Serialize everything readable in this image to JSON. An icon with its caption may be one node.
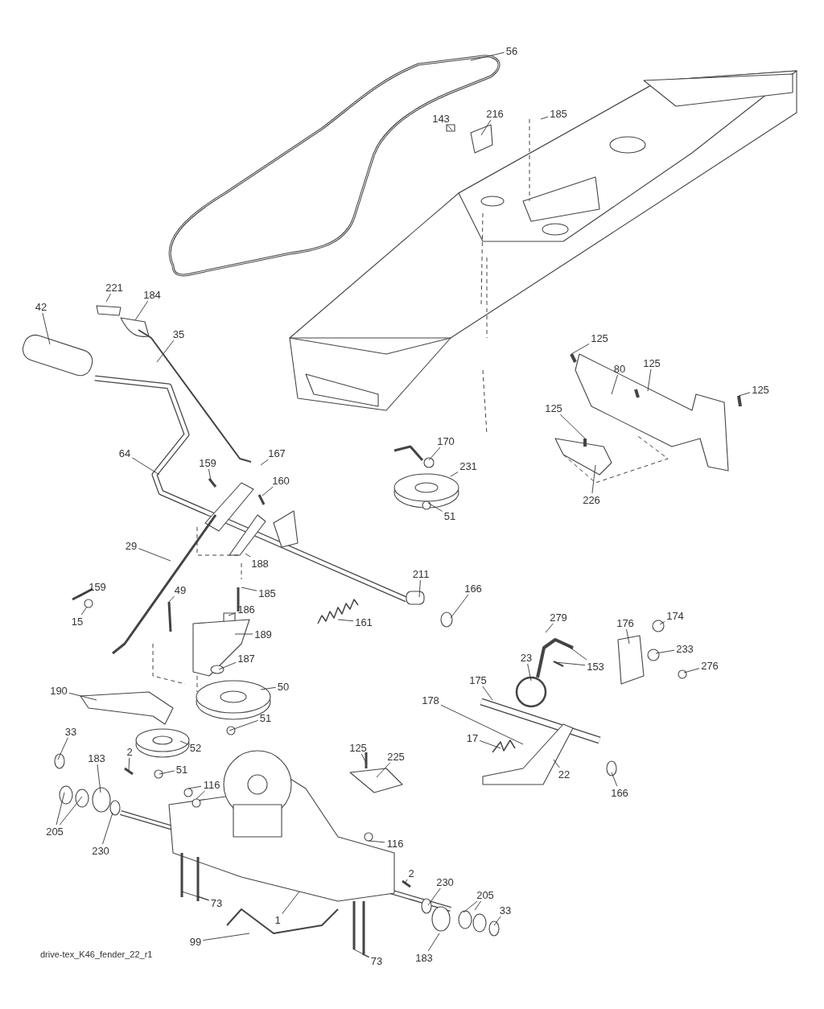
{
  "diagram": {
    "nodes": [
      {
        "text": [
          "56"
        ]
      },
      {
        "text": [
          "216"
        ]
      },
      {
        "text": [
          "185"
        ]
      },
      {
        "text": [
          "143"
        ]
      },
      {
        "text": [
          "221"
        ]
      },
      {
        "text": [
          "184"
        ]
      },
      {
        "text": [
          "42"
        ]
      },
      {
        "text": [
          "35"
        ]
      },
      {
        "text": [
          "125"
        ]
      },
      {
        "text": [
          "125"
        ]
      },
      {
        "text": [
          "80"
        ]
      },
      {
        "text": [
          "125"
        ]
      },
      {
        "text": [
          "125"
        ]
      },
      {
        "text": [
          "170"
        ]
      },
      {
        "text": [
          "64"
        ]
      },
      {
        "text": [
          "167"
        ]
      },
      {
        "text": [
          "159"
        ]
      },
      {
        "text": [
          "231"
        ]
      },
      {
        "text": [
          "160"
        ]
      },
      {
        "text": [
          "226"
        ]
      },
      {
        "text": [
          "51"
        ]
      },
      {
        "text": [
          "29"
        ]
      },
      {
        "text": [
          "188"
        ]
      },
      {
        "text": [
          "211"
        ]
      },
      {
        "text": [
          "159"
        ]
      },
      {
        "text": [
          "166"
        ]
      },
      {
        "text": [
          "49"
        ]
      },
      {
        "text": [
          "185"
        ]
      },
      {
        "text": [
          "186"
        ]
      },
      {
        "text": [
          "174"
        ]
      },
      {
        "text": [
          "279"
        ]
      },
      {
        "text": [
          "15"
        ]
      },
      {
        "text": [
          "161"
        ]
      },
      {
        "text": [
          "176"
        ]
      },
      {
        "text": [
          "189"
        ]
      },
      {
        "text": [
          "233"
        ]
      },
      {
        "text": [
          "23"
        ]
      },
      {
        "text": [
          "187"
        ]
      },
      {
        "text": [
          "276"
        ]
      },
      {
        "text": [
          "153"
        ]
      },
      {
        "text": [
          "175"
        ]
      },
      {
        "text": [
          "50"
        ]
      },
      {
        "text": [
          "190"
        ]
      },
      {
        "text": [
          "178"
        ]
      },
      {
        "text": [
          "51"
        ]
      },
      {
        "text": [
          "33"
        ]
      },
      {
        "text": [
          "17"
        ]
      },
      {
        "text": [
          "52"
        ]
      },
      {
        "text": [
          "125"
        ]
      },
      {
        "text": [
          "2"
        ]
      },
      {
        "text": [
          "225"
        ]
      },
      {
        "text": [
          "183"
        ]
      },
      {
        "text": [
          "51"
        ]
      },
      {
        "text": [
          "22"
        ]
      },
      {
        "text": [
          "116"
        ]
      },
      {
        "text": [
          "166"
        ]
      },
      {
        "text": [
          "205"
        ]
      },
      {
        "text": [
          "116"
        ]
      },
      {
        "text": [
          "230"
        ]
      },
      {
        "text": [
          "2"
        ]
      },
      {
        "text": [
          "230"
        ]
      },
      {
        "text": [
          "205"
        ]
      },
      {
        "text": [
          "73"
        ]
      },
      {
        "text": [
          "33"
        ]
      },
      {
        "text": [
          "1"
        ]
      },
      {
        "text": [
          "99"
        ]
      },
      {
        "text": [
          "183"
        ]
      },
      {
        "text": [
          "73"
        ]
      }
    ],
    "edges": [
      {
        "from": 0,
        "to": null,
        "arrow": "none"
      },
      {
        "from": 1,
        "to": null,
        "arrow": "none"
      },
      {
        "from": 2,
        "to": null,
        "arrow": "none"
      },
      {
        "from": 3,
        "to": null,
        "arrow": "none"
      },
      {
        "from": 4,
        "to": null,
        "arrow": "none"
      },
      {
        "from": 5,
        "to": null,
        "arrow": "none"
      },
      {
        "from": 6,
        "to": null,
        "arrow": "none"
      },
      {
        "from": 7,
        "to": null,
        "arrow": "none"
      },
      {
        "from": 8,
        "to": null,
        "arrow": "none"
      },
      {
        "from": 9,
        "to": null,
        "arrow": "none"
      },
      {
        "from": 10,
        "to": null,
        "arrow": "none"
      },
      {
        "from": 11,
        "to": null,
        "arrow": "none"
      },
      {
        "from": 12,
        "to": null,
        "arrow": "none"
      },
      {
        "from": 13,
        "to": null,
        "arrow": "none"
      },
      {
        "from": 14,
        "to": null,
        "arrow": "none"
      },
      {
        "from": 15,
        "to": null,
        "arrow": "none"
      },
      {
        "from": 16,
        "to": null,
        "arrow": "none"
      },
      {
        "from": 17,
        "to": null,
        "arrow": "none"
      },
      {
        "from": 18,
        "to": null,
        "arrow": "none"
      },
      {
        "from": 19,
        "to": null,
        "arrow": "none"
      },
      {
        "from": 20,
        "to": null,
        "arrow": "none"
      },
      {
        "from": 21,
        "to": null,
        "arrow": "none"
      },
      {
        "from": 22,
        "to": null,
        "arrow": "none"
      },
      {
        "from": 23,
        "to": null,
        "arrow": "none"
      },
      {
        "from": 24,
        "to": null,
        "arrow": "none"
      },
      {
        "from": 25,
        "to": null,
        "arrow": "none"
      },
      {
        "from": 26,
        "to": null,
        "arrow": "none"
      },
      {
        "from": 27,
        "to": null,
        "arrow": "none"
      },
      {
        "from": 28,
        "to": null,
        "arrow": "none"
      },
      {
        "from": 29,
        "to": null,
        "arrow": "none"
      },
      {
        "from": 30,
        "to": null,
        "arrow": "none"
      },
      {
        "from": 31,
        "to": null,
        "arrow": "none"
      },
      {
        "from": 32,
        "to": null,
        "arrow": "none"
      },
      {
        "from": 33,
        "to": null,
        "arrow": "none"
      },
      {
        "from": 34,
        "to": null,
        "arrow": "none"
      },
      {
        "from": 35,
        "to": null,
        "arrow": "none"
      },
      {
        "from": 36,
        "to": null,
        "arrow": "none"
      },
      {
        "from": 37,
        "to": null,
        "arrow": "none"
      },
      {
        "from": 38,
        "to": null,
        "arrow": "none"
      },
      {
        "from": 39,
        "to": null,
        "arrow": "none"
      },
      {
        "from": 39,
        "to": null,
        "arrow": "none"
      },
      {
        "from": 40,
        "to": null,
        "arrow": "none"
      },
      {
        "from": 41,
        "to": null,
        "arrow": "none"
      },
      {
        "from": 42,
        "to": null,
        "arrow": "none"
      },
      {
        "from": 43,
        "to": null,
        "arrow": "none"
      },
      {
        "from": 44,
        "to": null,
        "arrow": "none"
      },
      {
        "from": 45,
        "to": null,
        "arrow": "none"
      },
      {
        "from": 46,
        "to": null,
        "arrow": "none"
      },
      {
        "from": 47,
        "to": null,
        "arrow": "none"
      },
      {
        "from": 48,
        "to": null,
        "arrow": "none"
      },
      {
        "from": 49,
        "to": null,
        "arrow": "none"
      },
      {
        "from": 50,
        "to": null,
        "arrow": "none"
      },
      {
        "from": 51,
        "to": null,
        "arrow": "none"
      },
      {
        "from": 52,
        "to": null,
        "arrow": "none"
      },
      {
        "from": 53,
        "to": null,
        "arrow": "none"
      },
      {
        "from": 54,
        "to": null,
        "arrow": "none"
      },
      {
        "from": 54,
        "to": null,
        "arrow": "none"
      },
      {
        "from": 55,
        "to": null,
        "arrow": "none"
      },
      {
        "from": 56,
        "to": null,
        "arrow": "none"
      },
      {
        "from": 56,
        "to": null,
        "arrow": "none"
      },
      {
        "from": 57,
        "to": null,
        "arrow": "none"
      },
      {
        "from": 58,
        "to": null,
        "arrow": "none"
      },
      {
        "from": 59,
        "to": null,
        "arrow": "none"
      },
      {
        "from": 60,
        "to": null,
        "arrow": "none"
      },
      {
        "from": 61,
        "to": null,
        "arrow": "none"
      },
      {
        "from": 61,
        "to": null,
        "arrow": "none"
      },
      {
        "from": 62,
        "to": null,
        "arrow": "none"
      },
      {
        "from": 62,
        "to": null,
        "arrow": "none"
      },
      {
        "from": 63,
        "to": null,
        "arrow": "none"
      },
      {
        "from": 64,
        "to": null,
        "arrow": "none"
      },
      {
        "from": 65,
        "to": null,
        "arrow": "none"
      },
      {
        "from": 66,
        "to": null,
        "arrow": "none"
      },
      {
        "from": 67,
        "to": null,
        "arrow": "none"
      },
      {
        "from": 67,
        "to": null,
        "arrow": "none"
      }
    ],
    "labels": [
      "drive-tex_K46_fender_22_r1"
    ]
  }
}
